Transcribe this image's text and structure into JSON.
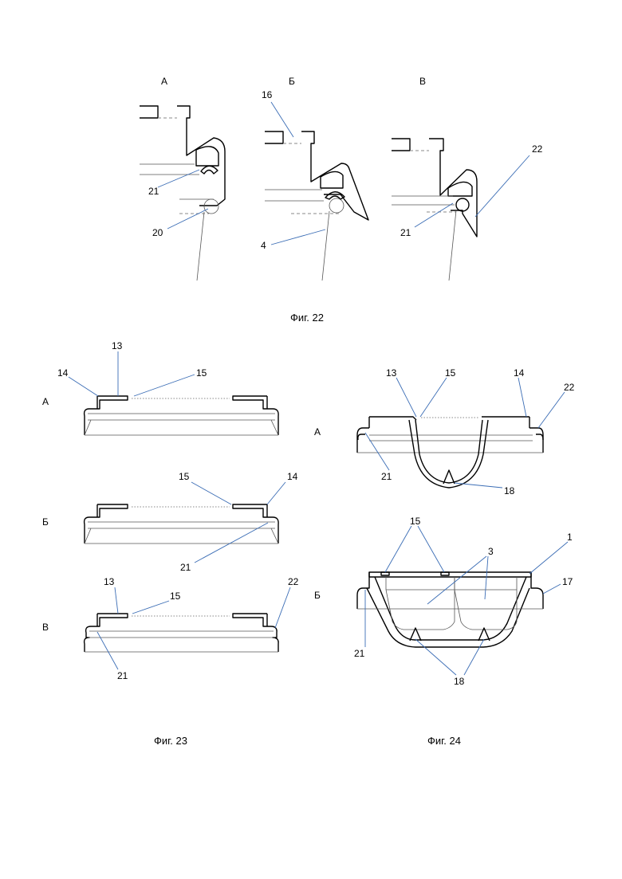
{
  "fig22": {
    "caption": "Фиг. 22",
    "panels": {
      "a": "А",
      "b": "Б",
      "c": "В"
    },
    "refs": {
      "r21a": "21",
      "r20": "20",
      "r16": "16",
      "r4": "4",
      "r22": "22",
      "r21c": "21"
    }
  },
  "fig23": {
    "caption": "Фиг. 23",
    "panels": {
      "a": "А",
      "b": "Б",
      "c": "В"
    },
    "refs": {
      "a13": "13",
      "a14": "14",
      "a15": "15",
      "b15": "15",
      "b14": "14",
      "b21": "21",
      "c13": "13",
      "c15": "15",
      "c22": "22",
      "c21": "21"
    }
  },
  "fig24": {
    "caption": "Фиг. 24",
    "panels": {
      "a": "А",
      "b": "Б"
    },
    "refs": {
      "a13": "13",
      "a15": "15",
      "a14": "14",
      "a22": "22",
      "a21": "21",
      "a18": "18",
      "b15": "15",
      "b3": "3",
      "b1": "1",
      "b17": "17",
      "b21": "21",
      "b18": "18"
    }
  }
}
